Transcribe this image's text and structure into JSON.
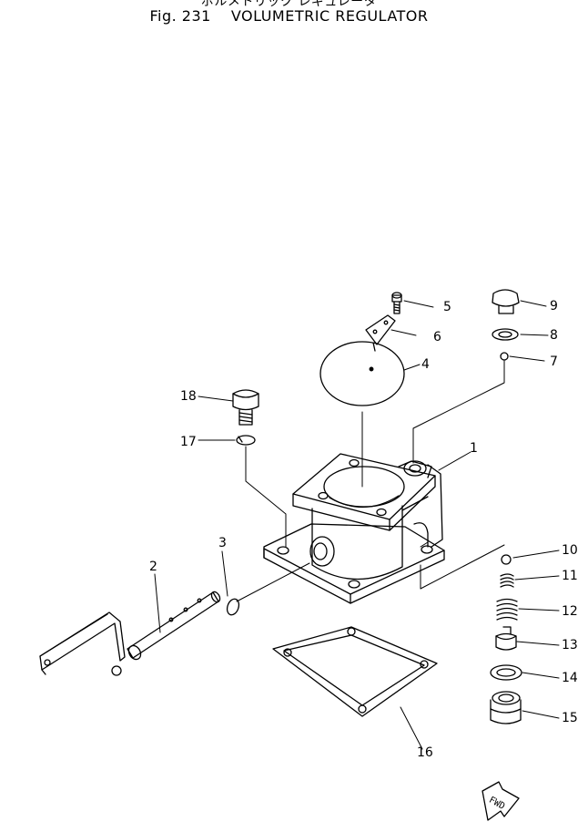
{
  "header": {
    "japanese_title": "ボルメトリック レギュレータ",
    "figure_number": "Fig. 231",
    "title": "VOLUMETRIC REGULATOR"
  },
  "callouts": [
    "1",
    "2",
    "3",
    "4",
    "5",
    "6",
    "7",
    "8",
    "9",
    "10",
    "11",
    "12",
    "13",
    "14",
    "15",
    "16",
    "17",
    "18"
  ],
  "fwd_label": "FWD"
}
